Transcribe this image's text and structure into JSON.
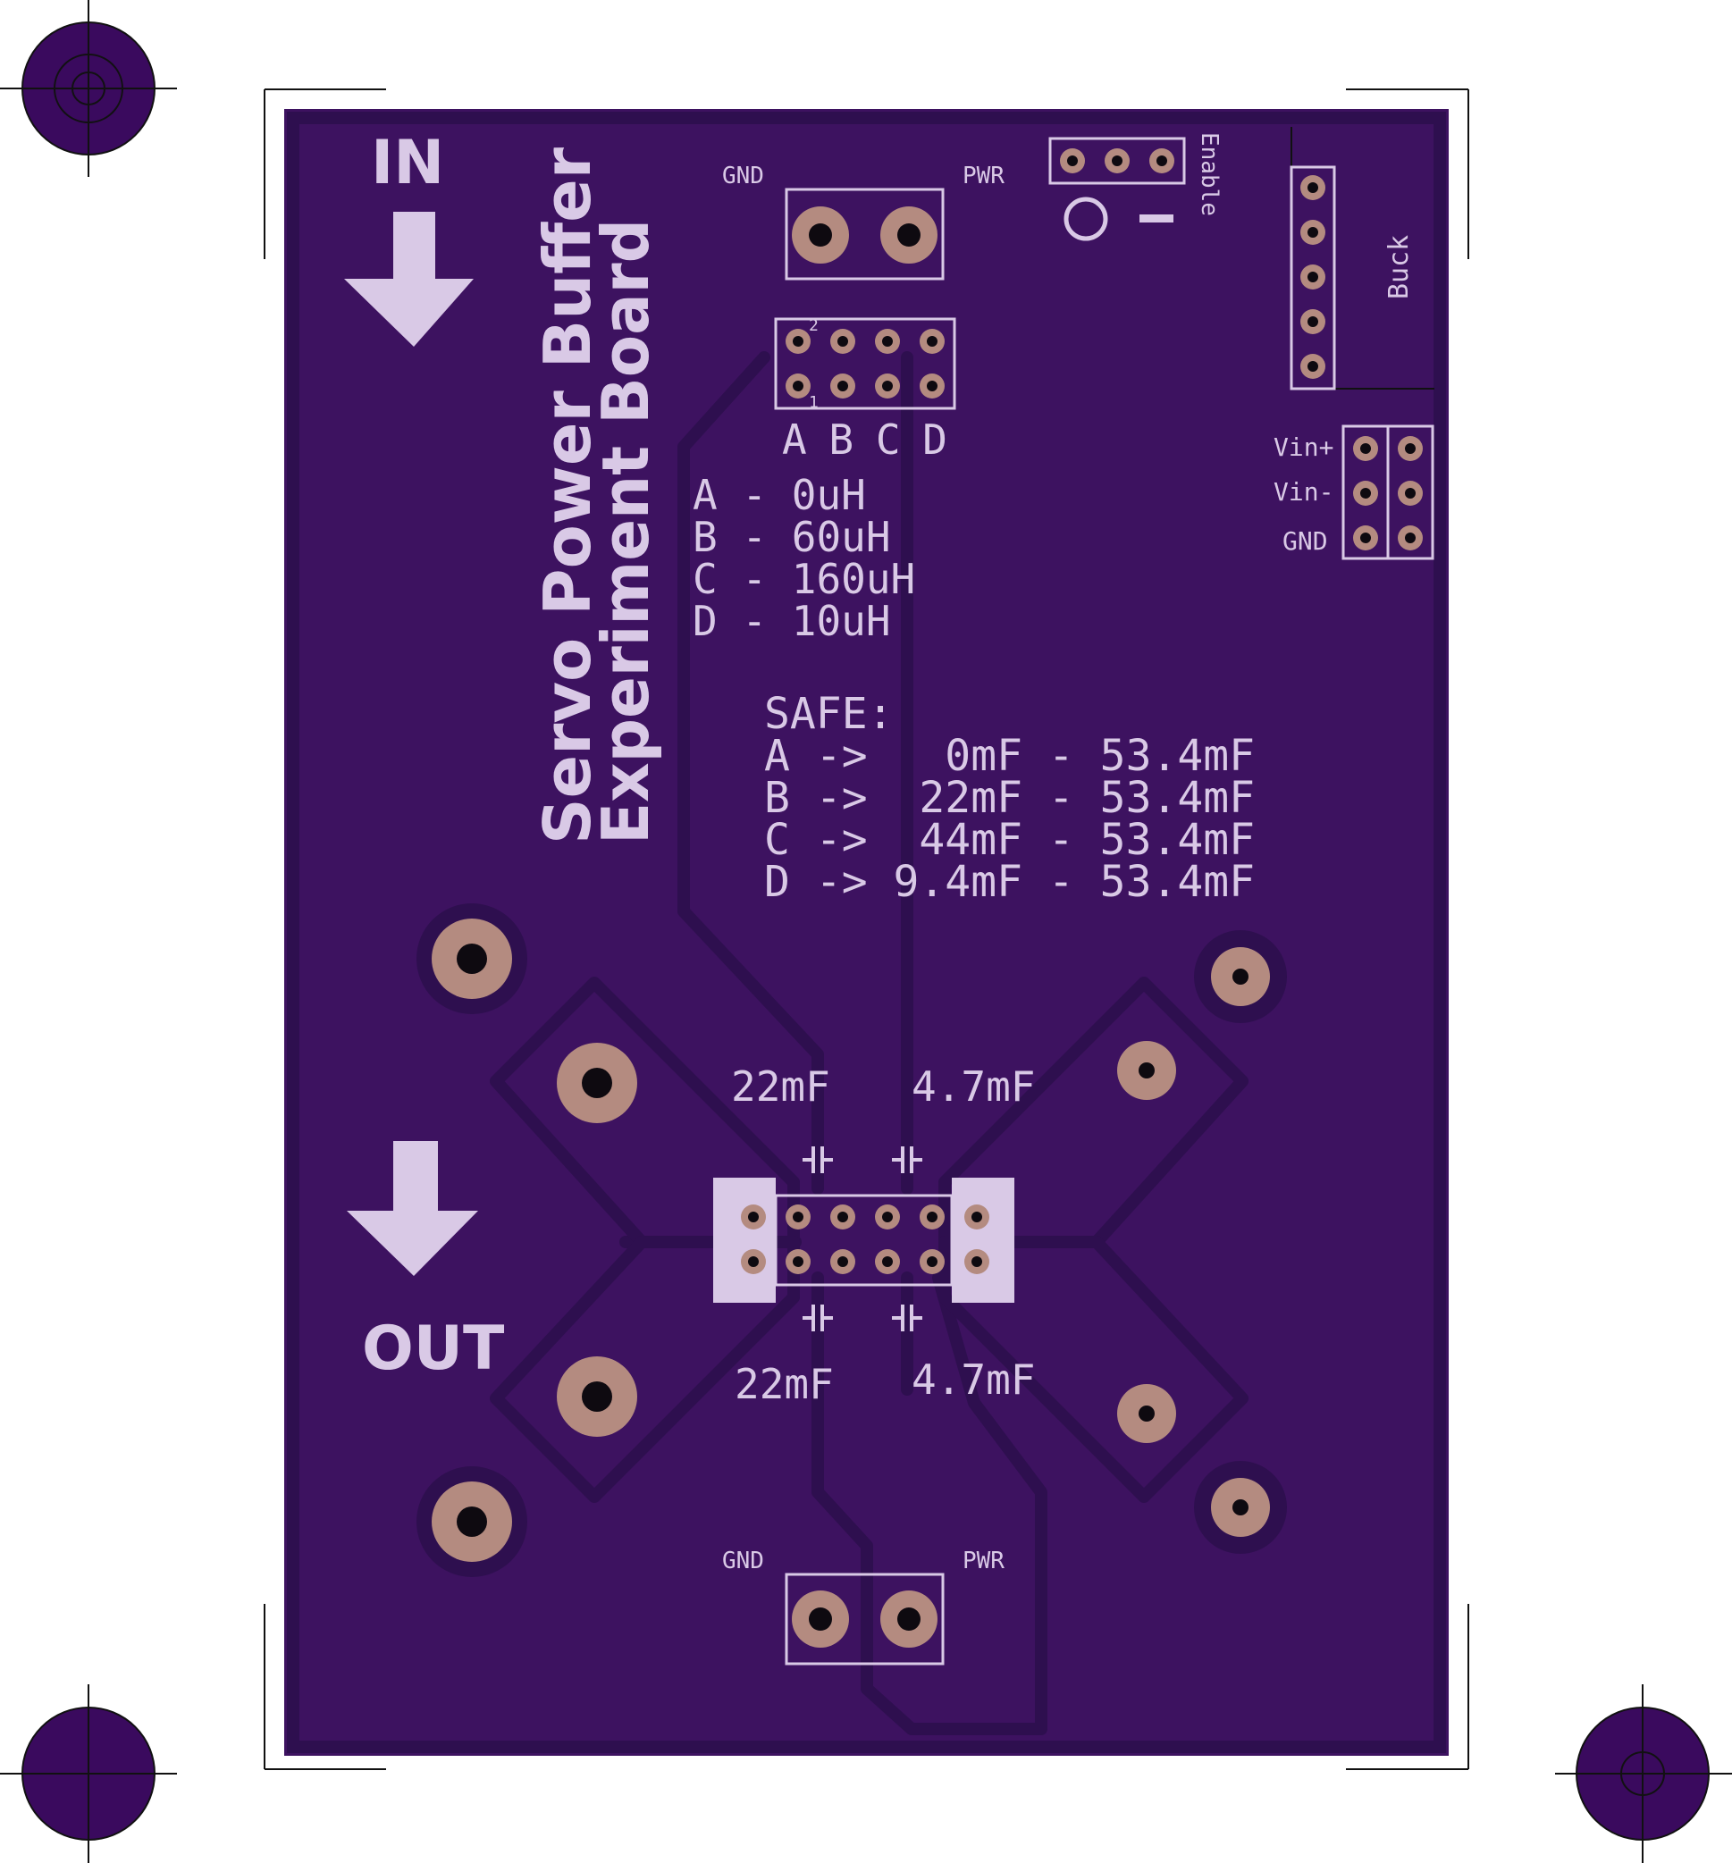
{
  "board": {
    "title_line1": "Servo Power Buffer",
    "title_line2": "Experiment Board",
    "in_label": "IN",
    "out_label": "OUT"
  },
  "connectors": {
    "top_gnd": "GND",
    "top_pwr": "PWR",
    "bottom_gnd": "GND",
    "bottom_pwr": "PWR",
    "enable": "Enable",
    "buck": "Buck",
    "vin_plus": "Vin+",
    "vin_minus": "Vin-",
    "gnd": "GND",
    "pin2": "2",
    "pin1": "1"
  },
  "inductor_selector": {
    "labels": "A B C D",
    "options": [
      "A - 0uH",
      "B - 60uH",
      "C - 160uH",
      "D - 10uH"
    ]
  },
  "safe": {
    "heading": "SAFE:",
    "rows": [
      "A ->   0mF - 53.4mF",
      "B ->  22mF - 53.4mF",
      "C ->  44mF - 53.4mF",
      "D -> 9.4mF - 53.4mF"
    ]
  },
  "capacitors": {
    "top_left": "22mF",
    "top_right": "4.7mF",
    "bottom_left": "22mF",
    "bottom_right": "4.7mF"
  },
  "colors": {
    "board": "#3d1260",
    "trace": "#2e0f4f",
    "silkscreen": "#d9c9e6",
    "pad": "#b48b80",
    "fiducial": "#3a0a5e"
  }
}
